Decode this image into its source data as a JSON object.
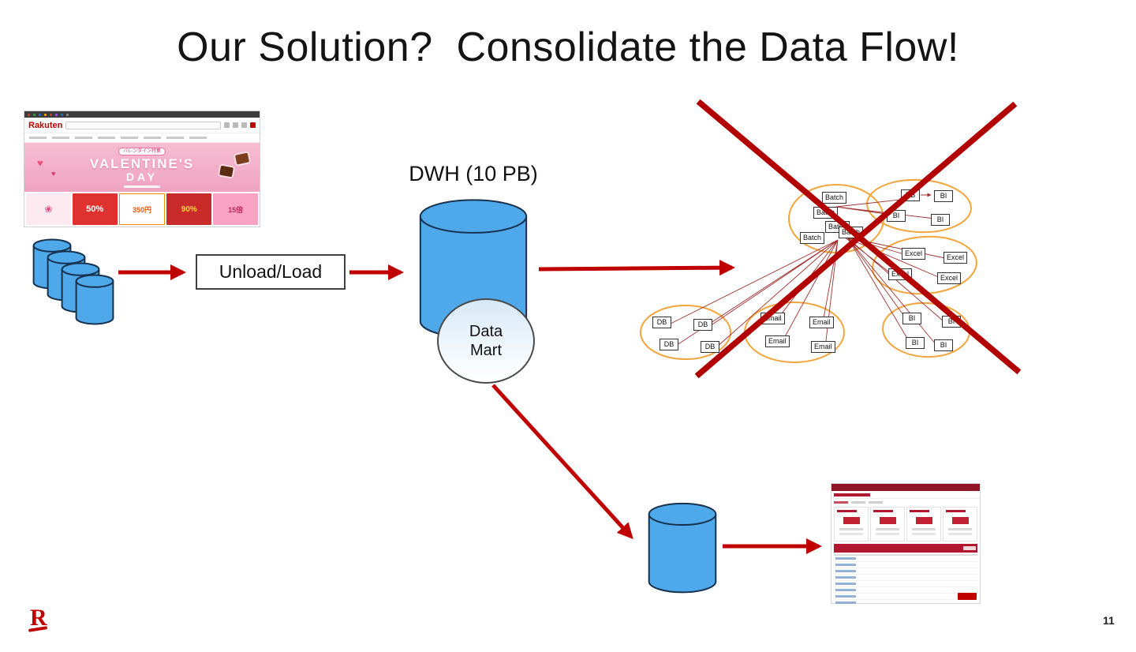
{
  "slide": {
    "title": "Our Solution?  Consolidate the Data Flow!",
    "page_number": "11",
    "logo_letter": "R"
  },
  "website": {
    "logo": "Rakuten",
    "banner_tag": "バレンタイン特集",
    "banner_line1": "VALENTINE'S",
    "banner_line2": "DAY",
    "promos": [
      "50%",
      "350円",
      "90%",
      "15倍"
    ]
  },
  "pipeline": {
    "unload_load_label": "Unload/Load",
    "dwh_label": "DWH (10 PB)",
    "datamart_line1": "Data",
    "datamart_line2": "Mart"
  },
  "cluster": {
    "box_labels": [
      "Batch",
      "Batch",
      "Batch",
      "Batch",
      "Batch",
      "DB",
      "BI",
      "BI",
      "BI",
      "Excel",
      "Excel",
      "Excel",
      "Excel",
      "DB",
      "DB",
      "DB",
      "DB",
      "Email",
      "Email",
      "Email",
      "Email",
      "BI",
      "BI",
      "BI",
      "BI"
    ]
  },
  "colors": {
    "arrow_red": "#C00000",
    "cross_red": "#B20000",
    "cylinder_blue": "#4FA8EA",
    "blob_orange": "#F2A53C",
    "rakuten_red": "#BF0000"
  }
}
